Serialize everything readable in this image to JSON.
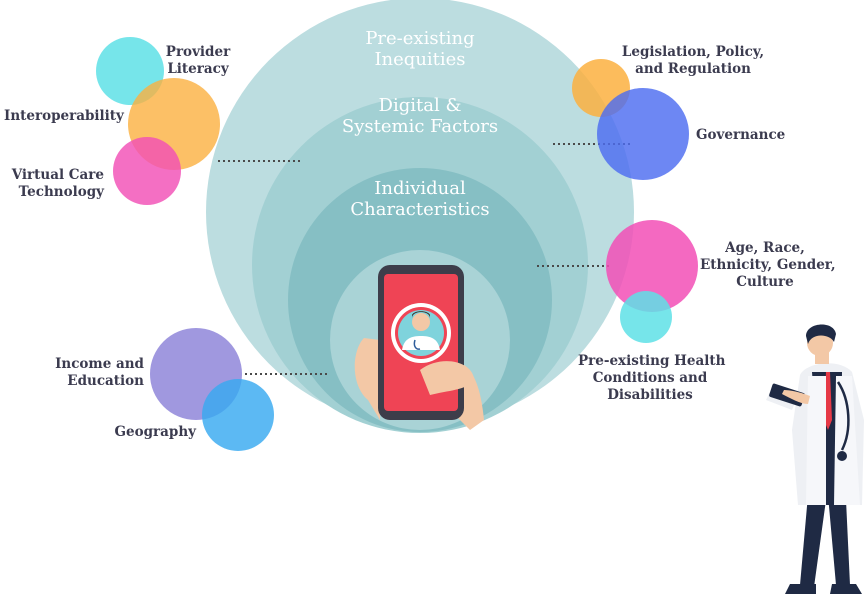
{
  "rings": {
    "outer": "Pre-existing\nInequities",
    "middle": "Digital &\nSystemic Factors",
    "inner": "Individual\nCharacteristics"
  },
  "factors": {
    "provider_literacy": "Provider\nLiteracy",
    "interoperability": "Interoperability",
    "virtual_care": "Virtual Care\nTechnology",
    "legislation": "Legislation, Policy,\nand Regulation",
    "governance": "Governance",
    "age_race": "Age, Race,\nEthnicity, Gender,\nCulture",
    "health_conditions": "Pre-existing Health\nConditions and\nDisabilities",
    "income": "Income and\nEducation",
    "geography": "Geography"
  },
  "colors": {
    "ring_outer": "#b9dde0",
    "ring_middle": "#9ccdd1",
    "ring_inner": "#7fbcc2",
    "ring_core": "#a6d2d5",
    "cyan": "#5ee0e6",
    "orange": "#fbb040",
    "pink": "#f24fb6",
    "blue": "#4d6cf0",
    "purple": "#8f86d9",
    "sky": "#38a9f0",
    "phone_screen": "#ef4455",
    "label_text": "#3b3b4f"
  },
  "icons": {
    "phone": "smartphone-doctor-icon",
    "doctor": "doctor-with-tablet-illustration"
  }
}
